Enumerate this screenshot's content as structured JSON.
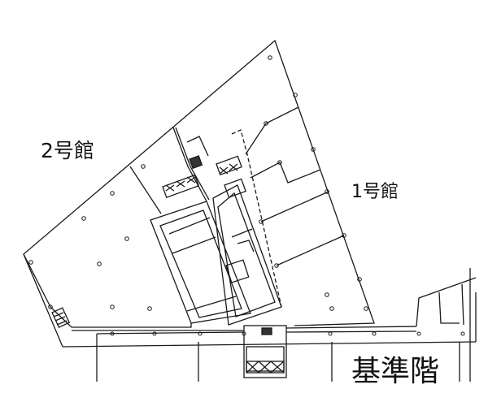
{
  "labels": {
    "building2": "2号館",
    "building1": "1号館",
    "floor_name": "基準階"
  },
  "colors": {
    "line": "#1a1a1a",
    "background": "#ffffff"
  }
}
